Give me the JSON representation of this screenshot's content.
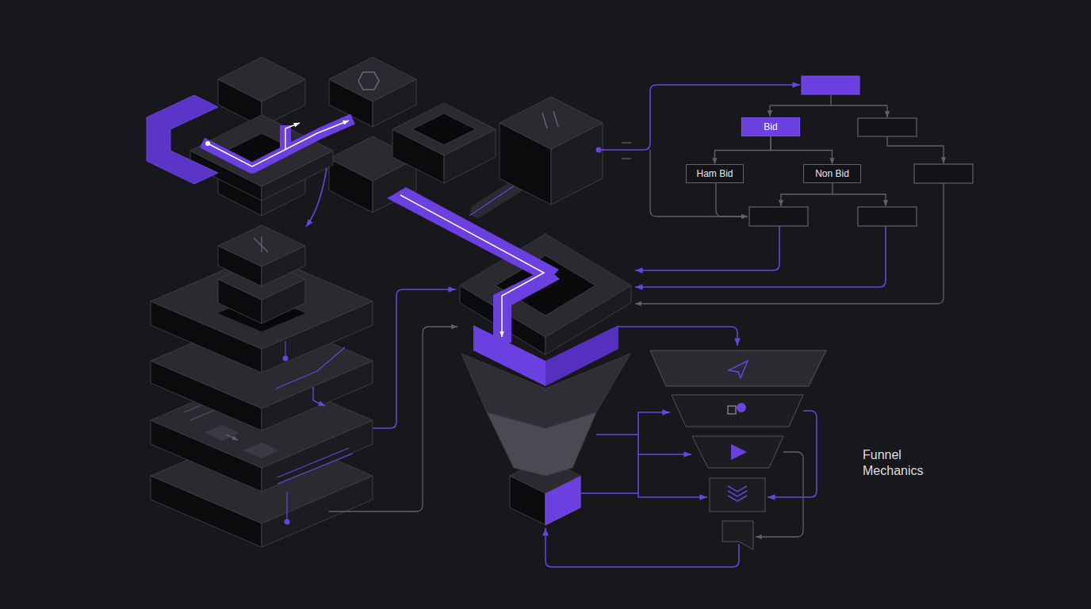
{
  "diagram": {
    "nodes": [
      {
        "text": [
          "Bid"
        ]
      },
      {
        "text": [
          "Ham Bid"
        ]
      },
      {
        "text": [
          "Non Bid"
        ]
      }
    ],
    "edges": [
      {
        "from": 0,
        "to": 1,
        "arrow": "to"
      },
      {
        "from": 0,
        "to": 2,
        "arrow": "to"
      }
    ],
    "labels": [
      "Funnel Mechanics"
    ]
  }
}
